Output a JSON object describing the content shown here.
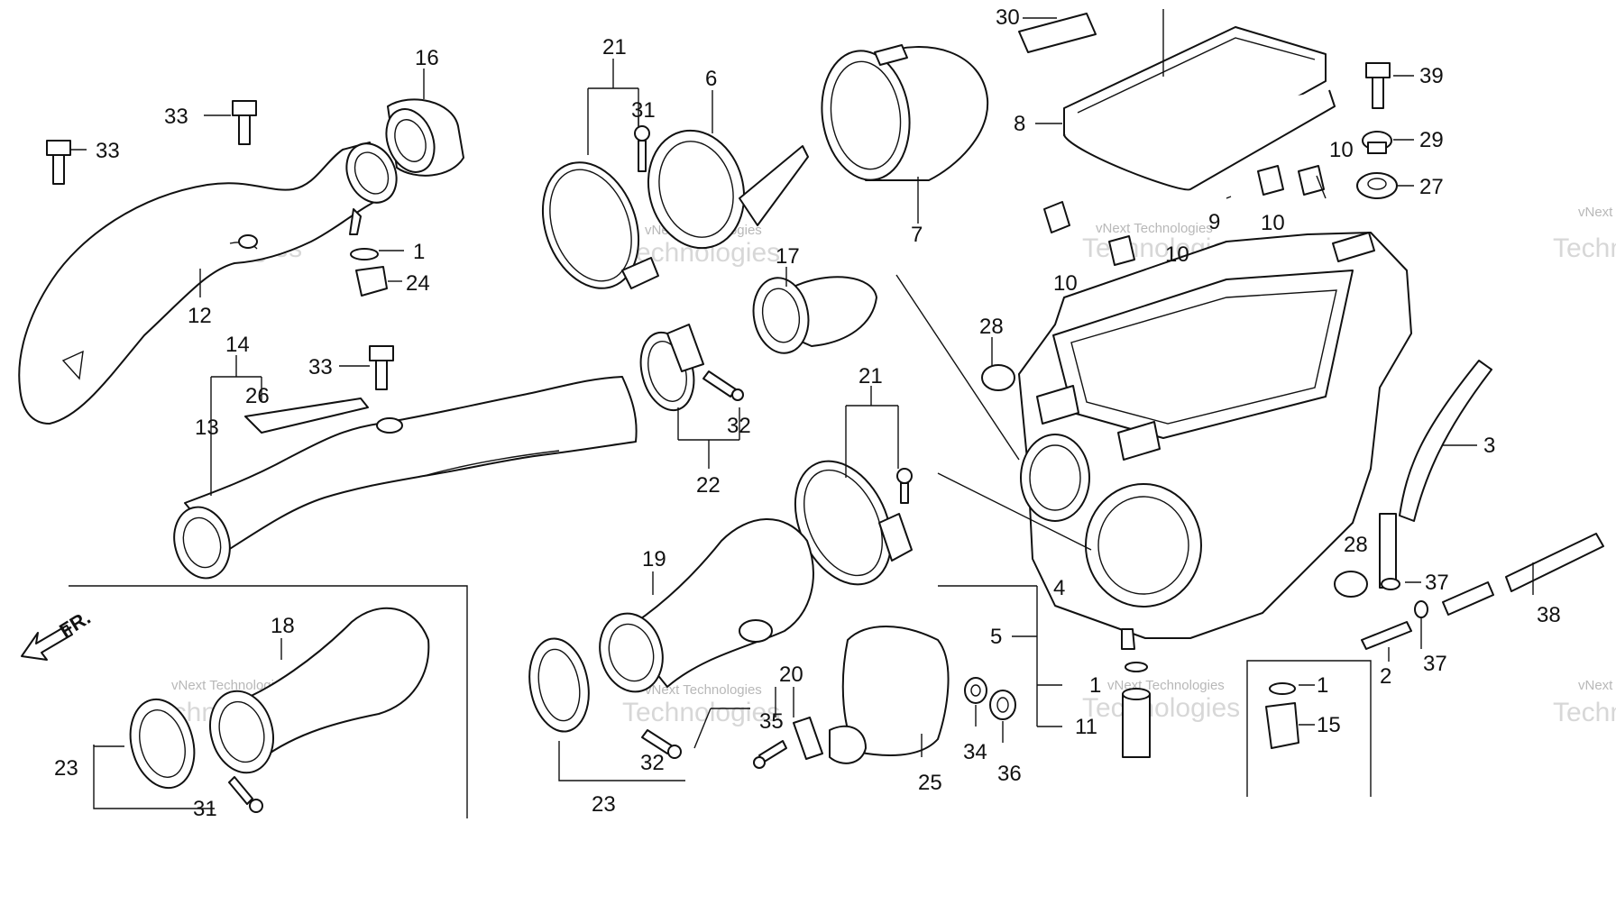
{
  "diagram": {
    "front_marker": "FR.",
    "watermark": {
      "line1": "vNext Technologies",
      "line2": "Technologies"
    },
    "callouts": [
      {
        "id": "c30",
        "n": "30"
      },
      {
        "id": "c21a",
        "n": "21"
      },
      {
        "id": "c6",
        "n": "6"
      },
      {
        "id": "c31a",
        "n": "31"
      },
      {
        "id": "c16",
        "n": "16"
      },
      {
        "id": "c33a",
        "n": "33"
      },
      {
        "id": "c33b",
        "n": "33"
      },
      {
        "id": "c1a",
        "n": "1"
      },
      {
        "id": "c24",
        "n": "24"
      },
      {
        "id": "c12",
        "n": "12"
      },
      {
        "id": "c14",
        "n": "14"
      },
      {
        "id": "c33c",
        "n": "33"
      },
      {
        "id": "c26",
        "n": "26"
      },
      {
        "id": "c13",
        "n": "13"
      },
      {
        "id": "c17",
        "n": "17"
      },
      {
        "id": "c7",
        "n": "7"
      },
      {
        "id": "c8",
        "n": "8"
      },
      {
        "id": "c9",
        "n": "9"
      },
      {
        "id": "c10a",
        "n": "10"
      },
      {
        "id": "c10b",
        "n": "10"
      },
      {
        "id": "c10c",
        "n": "10"
      },
      {
        "id": "c10d",
        "n": "10"
      },
      {
        "id": "c39",
        "n": "39"
      },
      {
        "id": "c29",
        "n": "29"
      },
      {
        "id": "c27",
        "n": "27"
      },
      {
        "id": "c28a",
        "n": "28"
      },
      {
        "id": "c3",
        "n": "3"
      },
      {
        "id": "c32a",
        "n": "32"
      },
      {
        "id": "c22",
        "n": "22"
      },
      {
        "id": "c21b",
        "n": "21"
      },
      {
        "id": "c19",
        "n": "19"
      },
      {
        "id": "c18",
        "n": "18"
      },
      {
        "id": "c23a",
        "n": "23"
      },
      {
        "id": "c31b",
        "n": "31"
      },
      {
        "id": "c20",
        "n": "20"
      },
      {
        "id": "c35",
        "n": "35"
      },
      {
        "id": "c32b",
        "n": "32"
      },
      {
        "id": "c23b",
        "n": "23"
      },
      {
        "id": "c25",
        "n": "25"
      },
      {
        "id": "c34",
        "n": "34"
      },
      {
        "id": "c36",
        "n": "36"
      },
      {
        "id": "c4",
        "n": "4"
      },
      {
        "id": "c5",
        "n": "5"
      },
      {
        "id": "c1b",
        "n": "1"
      },
      {
        "id": "c11",
        "n": "11"
      },
      {
        "id": "c1c",
        "n": "1"
      },
      {
        "id": "c15",
        "n": "15"
      },
      {
        "id": "c28b",
        "n": "28"
      },
      {
        "id": "c37a",
        "n": "37"
      },
      {
        "id": "c2",
        "n": "2"
      },
      {
        "id": "c37b",
        "n": "37"
      },
      {
        "id": "c38",
        "n": "38"
      }
    ]
  }
}
